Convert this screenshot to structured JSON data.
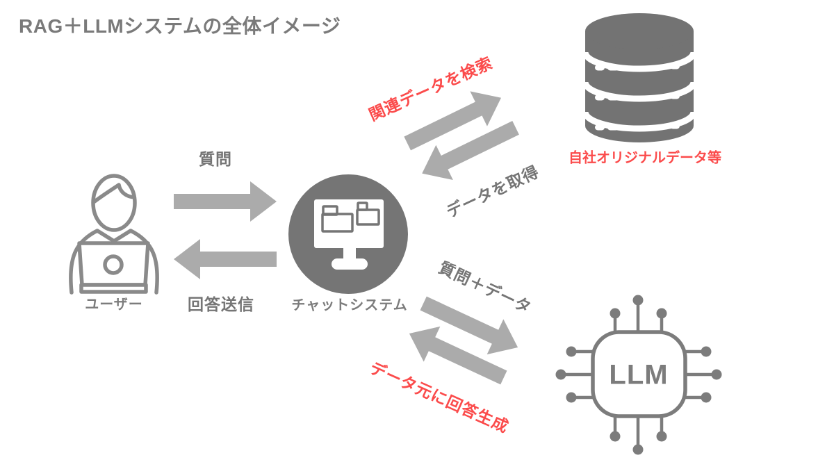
{
  "title": "RAG＋LLMシステムの全体イメージ",
  "colors": {
    "title_gray": "#7a7a7a",
    "label_gray": "#757575",
    "arrow_gray": "#ababab",
    "icon_gray": "#737373",
    "outline_gray": "#8a8a8a",
    "accent_red": "#fb4b4b",
    "background": "#ffffff"
  },
  "nodes": {
    "user": {
      "label": "ユーザー",
      "icon": "person-at-laptop-icon"
    },
    "chat_system": {
      "label": "チャットシステム",
      "icon": "monitor-folders-icon"
    },
    "database": {
      "label": "自社オリジナルデータ等",
      "icon": "database-cylinder-icon",
      "label_color": "#fb4b4b"
    },
    "llm": {
      "label": "LLM",
      "icon": "chip-icon"
    }
  },
  "flows": [
    {
      "from": "ユーザー",
      "to": "チャットシステム",
      "label": "質問",
      "color": "gray",
      "direction": "right"
    },
    {
      "from": "チャットシステム",
      "to": "ユーザー",
      "label": "回答送信",
      "color": "gray",
      "direction": "left"
    },
    {
      "from": "チャットシステム",
      "to": "自社オリジナルデータ等",
      "label": "関連データを検索",
      "color": "red",
      "direction": "up-right"
    },
    {
      "from": "自社オリジナルデータ等",
      "to": "チャットシステム",
      "label": "データを取得",
      "color": "gray",
      "direction": "down-left"
    },
    {
      "from": "チャットシステム",
      "to": "LLM",
      "label": "質問＋データ",
      "color": "gray",
      "direction": "down-right"
    },
    {
      "from": "LLM",
      "to": "チャットシステム",
      "label": "データ元に回答生成",
      "color": "red",
      "direction": "up-left"
    }
  ]
}
